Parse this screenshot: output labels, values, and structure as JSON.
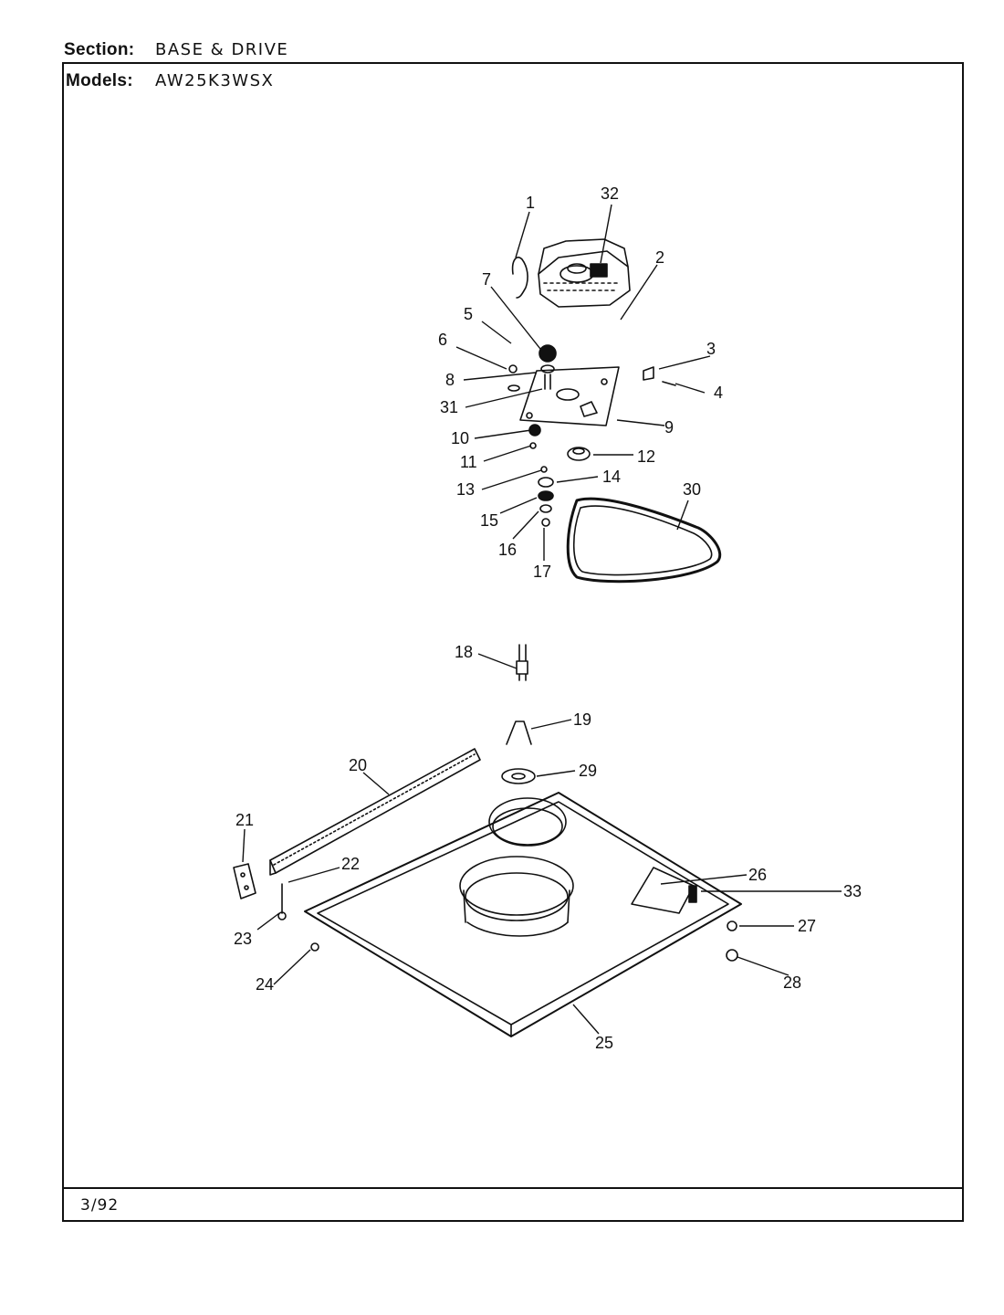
{
  "header": {
    "section_label": "Section:",
    "section_value": "BASE & DRIVE",
    "models_label": "Models:",
    "models_value": "AW25K3WSX"
  },
  "footer": {
    "date": "3/92"
  },
  "callouts": [
    "1",
    "2",
    "3",
    "4",
    "5",
    "6",
    "7",
    "8",
    "9",
    "10",
    "11",
    "12",
    "13",
    "14",
    "15",
    "16",
    "17",
    "18",
    "19",
    "20",
    "21",
    "22",
    "23",
    "24",
    "25",
    "26",
    "27",
    "28",
    "29",
    "30",
    "31",
    "32",
    "33"
  ]
}
